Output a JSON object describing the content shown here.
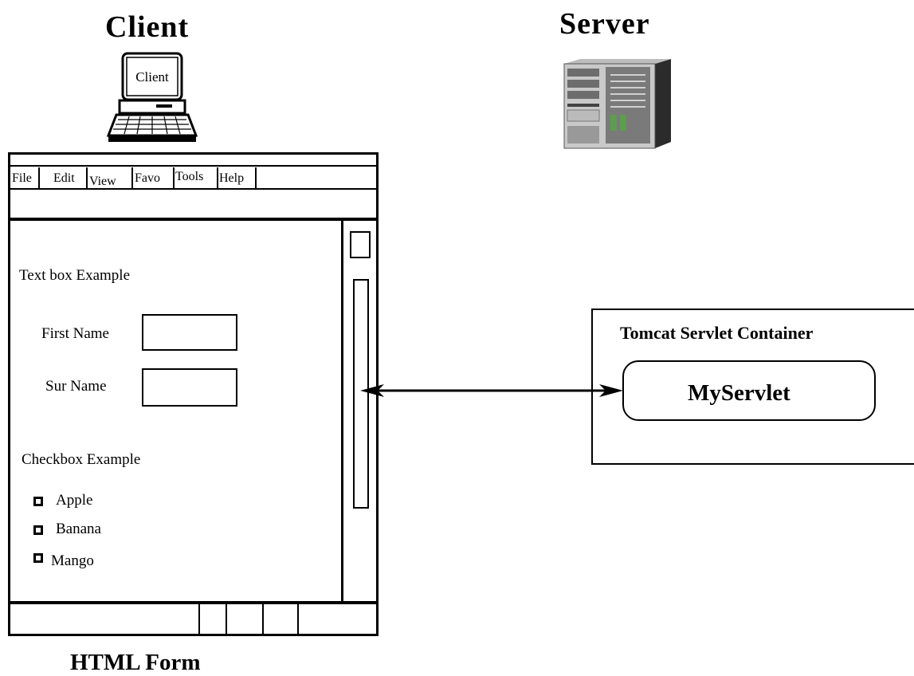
{
  "client": {
    "title": "Client",
    "monitor_label": "Client"
  },
  "server": {
    "title": "Server"
  },
  "browser": {
    "menu": [
      "File",
      "Edit",
      "View",
      "Favo",
      "Tools",
      "Help"
    ],
    "form": {
      "textbox_heading": "Text box Example",
      "first_name_label": "First Name",
      "sur_name_label": "Sur Name",
      "first_name_value": "",
      "sur_name_value": "",
      "checkbox_heading": "Checkbox Example",
      "checkboxes": [
        {
          "label": "Apple",
          "checked": false
        },
        {
          "label": "Banana",
          "checked": false
        },
        {
          "label": "Mango",
          "checked": false
        }
      ]
    }
  },
  "caption": "HTML Form",
  "container": {
    "title": "Tomcat Servlet Container",
    "servlet": "MyServlet"
  }
}
